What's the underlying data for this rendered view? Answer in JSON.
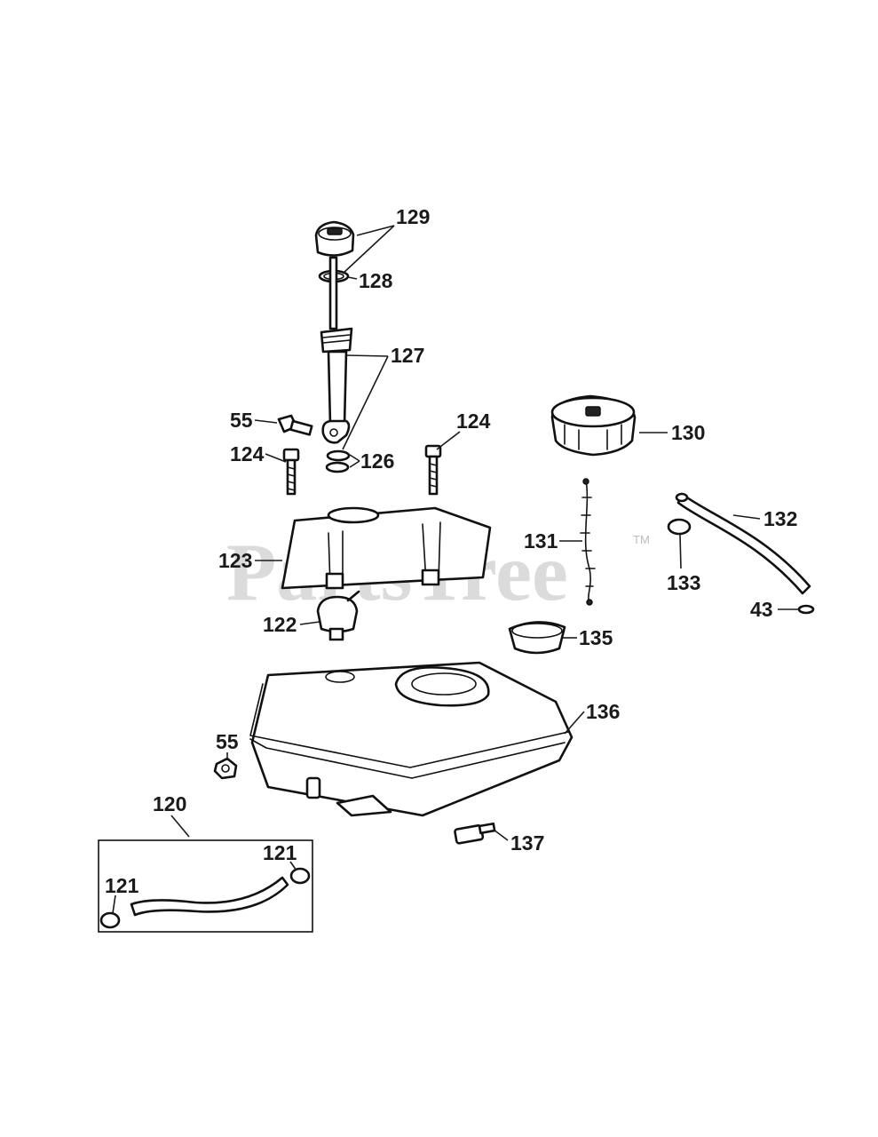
{
  "watermark": {
    "text": "PartsTree",
    "tm": "TM"
  },
  "callouts": {
    "c129": "129",
    "c128": "128",
    "c127": "127",
    "c55a": "55",
    "c124a": "124",
    "c124b": "124",
    "c126": "126",
    "c130": "130",
    "c123": "123",
    "c131": "131",
    "c132": "132",
    "c133": "133",
    "c43": "43",
    "c122": "122",
    "c135": "135",
    "c136": "136",
    "c55b": "55",
    "c120": "120",
    "c121a": "121",
    "c121b": "121",
    "c137": "137"
  }
}
